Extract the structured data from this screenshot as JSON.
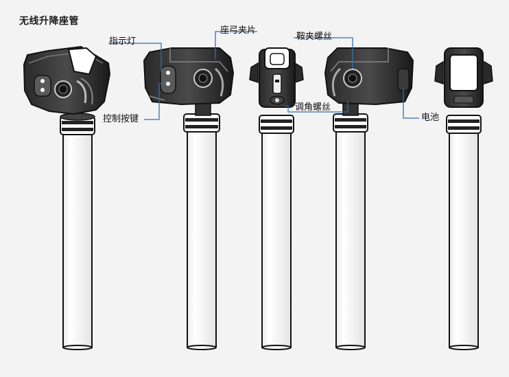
{
  "title": "无线升降座管",
  "labels": {
    "indicator": "指示灯",
    "control_button": "控制按键",
    "clamp": "座弓夹片",
    "saddle_screw": "鞍夹螺丝",
    "angle_screw": "调角螺丝",
    "battery": "电池"
  },
  "colors": {
    "background": "#f3f3f4",
    "leader_line": "#2f6fb5",
    "outline": "#111111",
    "head_dark": "#1c1c1c",
    "head_mid": "#3a3a3a",
    "tube_fill": "#ffffff"
  }
}
